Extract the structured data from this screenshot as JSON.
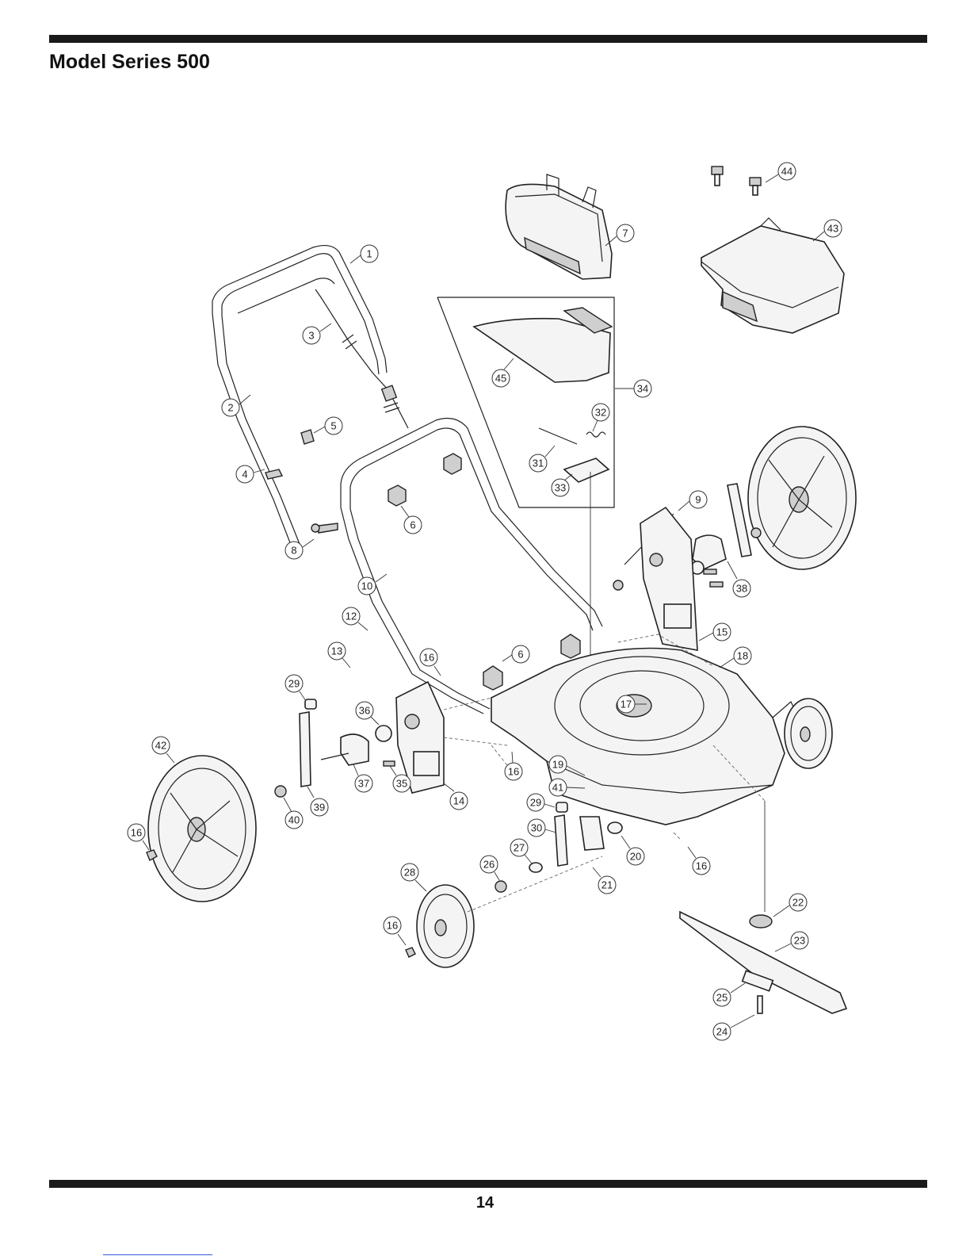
{
  "header": {
    "title": "Model Series 500"
  },
  "footer": {
    "page_number": "14"
  },
  "diagram": {
    "callouts": [
      "1",
      "2",
      "3",
      "4",
      "5",
      "6",
      "6",
      "7",
      "8",
      "9",
      "10",
      "12",
      "13",
      "14",
      "15",
      "16",
      "16",
      "16",
      "16",
      "16",
      "17",
      "18",
      "19",
      "20",
      "21",
      "22",
      "23",
      "24",
      "25",
      "26",
      "27",
      "28",
      "29",
      "29",
      "30",
      "31",
      "32",
      "33",
      "34",
      "35",
      "36",
      "37",
      "38",
      "39",
      "40",
      "41",
      "42",
      "43",
      "44",
      "45"
    ]
  }
}
